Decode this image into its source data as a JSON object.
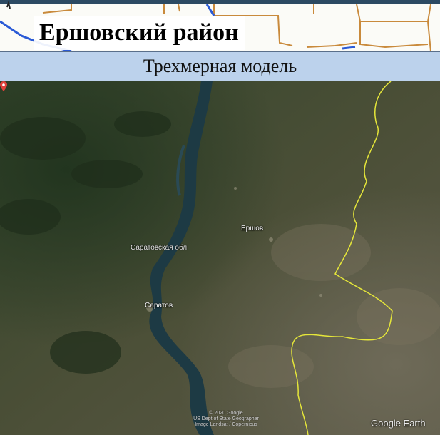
{
  "header": {
    "title": "Ершовский район"
  },
  "subtitle_bar": {
    "text": "Трехмерная модель"
  },
  "satellite_map": {
    "labels": {
      "ershov": "Ершов",
      "region": "Саратовская обл",
      "saratov": "Саратов"
    },
    "copyright_lines": [
      "© 2020 Google",
      "US Dept of State Geographer",
      "Image Landsat / Copernicus"
    ],
    "watermark": "Google Earth",
    "marker_icon": "map-pin-icon",
    "colors": {
      "border": "#e5e63a",
      "river": "#1d3a44",
      "marker": "#e0413c"
    }
  },
  "top_map": {
    "colors": {
      "border_lines": "#c98a3c",
      "blue_roads": "#2a5ad6"
    }
  }
}
